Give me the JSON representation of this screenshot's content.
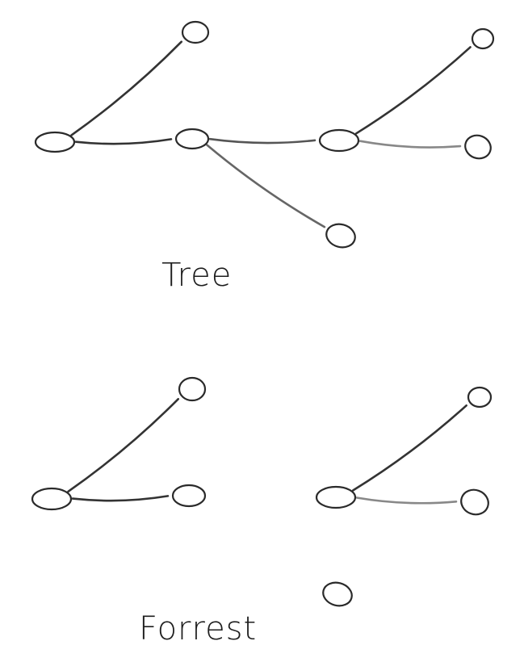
{
  "diagrams": [
    {
      "id": "tree",
      "label": "Tree",
      "nodes": [
        {
          "id": "t-root"
        },
        {
          "id": "t-top"
        },
        {
          "id": "t-mid"
        },
        {
          "id": "t-lower"
        },
        {
          "id": "t-right-hub"
        },
        {
          "id": "t-right-top"
        },
        {
          "id": "t-right-mid"
        }
      ],
      "edges": [
        {
          "from": "t-root",
          "to": "t-top",
          "color": "#333333"
        },
        {
          "from": "t-root",
          "to": "t-mid",
          "color": "#333333"
        },
        {
          "from": "t-mid",
          "to": "t-right-hub",
          "color": "#555555"
        },
        {
          "from": "t-mid",
          "to": "t-lower",
          "color": "#666666"
        },
        {
          "from": "t-right-hub",
          "to": "t-right-top",
          "color": "#333333"
        },
        {
          "from": "t-right-hub",
          "to": "t-right-mid",
          "color": "#888888"
        }
      ]
    },
    {
      "id": "forest",
      "label": "Forrest",
      "nodes": [
        {
          "id": "f1-root"
        },
        {
          "id": "f1-top"
        },
        {
          "id": "f1-mid"
        },
        {
          "id": "f2-root"
        },
        {
          "id": "f2-top"
        },
        {
          "id": "f2-mid"
        },
        {
          "id": "f3-single"
        }
      ],
      "edges": [
        {
          "from": "f1-root",
          "to": "f1-top",
          "color": "#333333"
        },
        {
          "from": "f1-root",
          "to": "f1-mid",
          "color": "#333333"
        },
        {
          "from": "f2-root",
          "to": "f2-top",
          "color": "#333333"
        },
        {
          "from": "f2-root",
          "to": "f2-mid",
          "color": "#888888"
        }
      ]
    }
  ]
}
